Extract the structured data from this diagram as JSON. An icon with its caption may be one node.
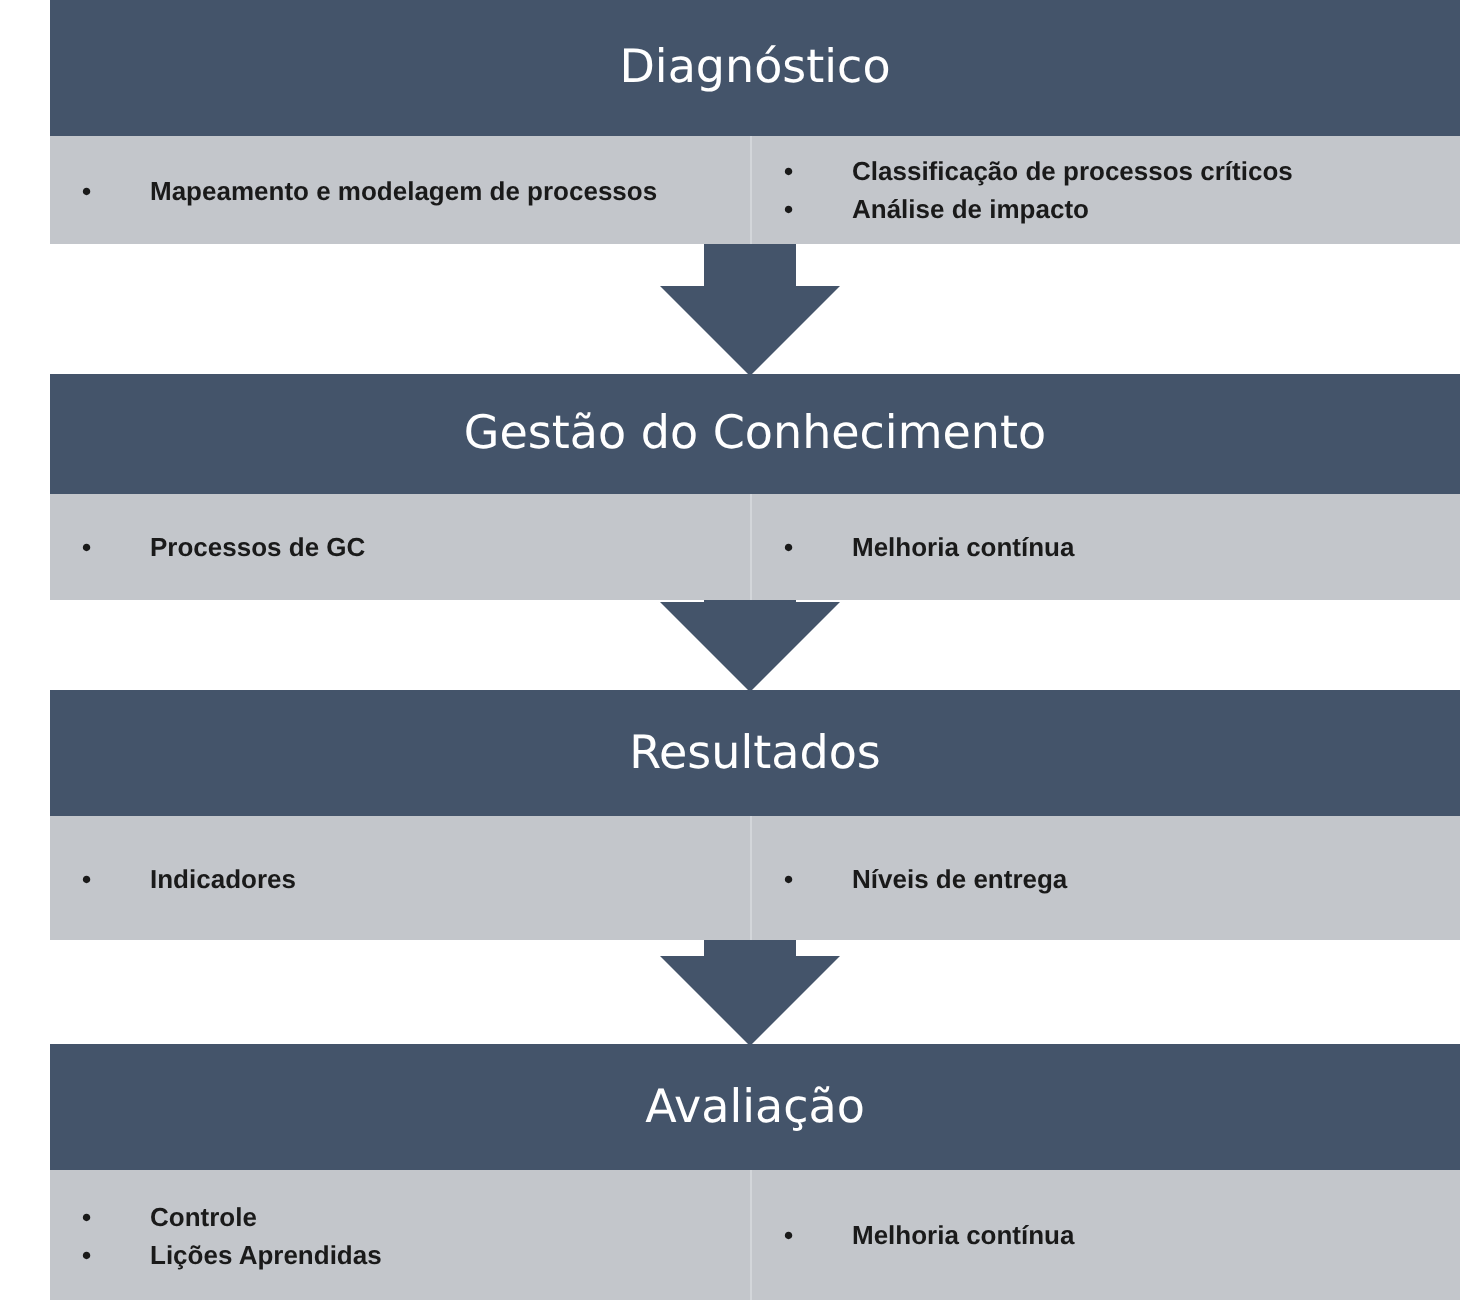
{
  "diagram": {
    "nodes": [
      {
        "text": [
          "Diagnóstico"
        ]
      },
      {
        "text": [
          "Mapeamento e modelagem de processos"
        ],
        "in": 0
      },
      {
        "text": [
          "Classificação de processos críticos",
          "Análise de impacto"
        ],
        "in": 0
      },
      {
        "text": [
          "Gestão do Conhecimento"
        ]
      },
      {
        "text": [
          "Processos de GC"
        ],
        "in": 3
      },
      {
        "text": [
          "Melhoria contínua"
        ],
        "in": 3
      },
      {
        "text": [
          "Resultados"
        ]
      },
      {
        "text": [
          "Indicadores"
        ],
        "in": 6
      },
      {
        "text": [
          "Níveis de entrega"
        ],
        "in": 6
      },
      {
        "text": [
          "Avaliação"
        ]
      },
      {
        "text": [
          "Controle",
          "Lições Aprendidas"
        ],
        "in": 9
      },
      {
        "text": [
          "Melhoria contínua"
        ],
        "in": 9
      }
    ],
    "edges": [
      {
        "from": 0,
        "to": 3,
        "arrow": "to"
      },
      {
        "from": 3,
        "to": 6,
        "arrow": "to"
      },
      {
        "from": 6,
        "to": 9,
        "arrow": "to"
      }
    ],
    "labels": [
      "•",
      "•",
      "•",
      "•",
      "•",
      "•",
      "•",
      "•",
      "•",
      "•"
    ]
  }
}
